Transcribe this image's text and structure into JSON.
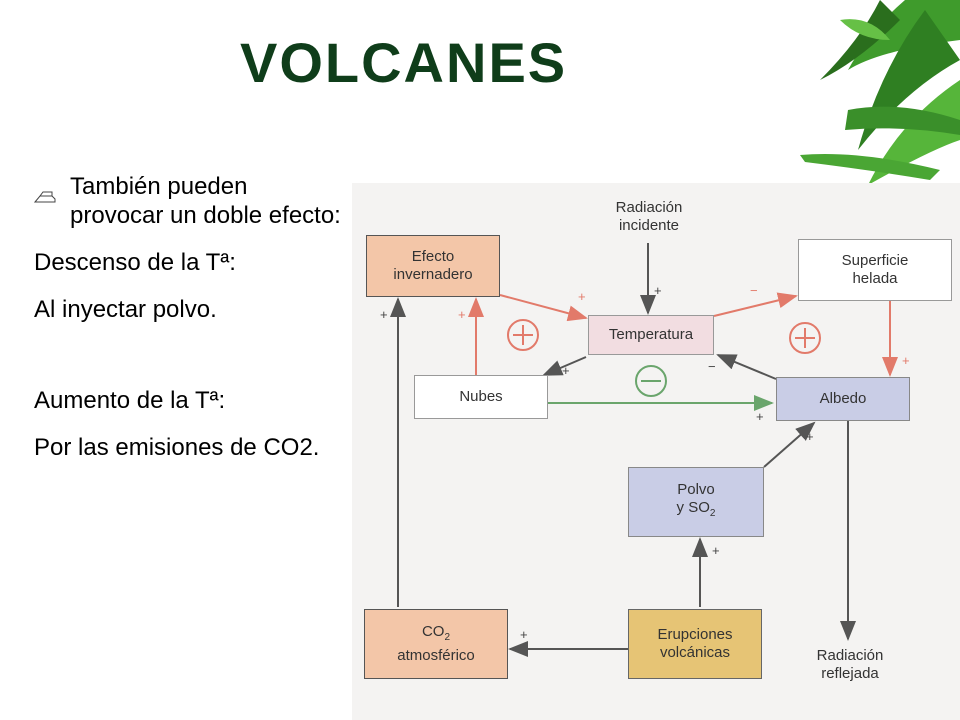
{
  "slide": {
    "title": "VOLCANES",
    "bullet": "También pueden provocar un doble efecto:",
    "lines": [
      "Descenso de la Tª:",
      "Al inyectar polvo.",
      "Aumento de la Tª:",
      "Por las emisiones de CO2."
    ]
  },
  "diagram": {
    "radiacion_incidente": "Radiación incidente",
    "efecto_invernadero": "Efecto invernadero",
    "superficie_helada": "Superficie helada",
    "temperatura": "Temperatura",
    "nubes": "Nubes",
    "albedo": "Albedo",
    "polvo_main": "Polvo",
    "polvo_line2": "y SO",
    "polvo_sub": "2",
    "co2_main": "CO",
    "co2_sub": "2",
    "co2_line2": "atmosférico",
    "erupciones": "Erupciones volcánicas",
    "radiacion_reflejada": "Radiación reflejada",
    "plus": "+",
    "minus": "−"
  },
  "colors": {
    "title": "#0f3d1a",
    "positive_arrow": "#e27a6a",
    "negative_arrow": "#6aa56c",
    "neutral_arrow": "#555555"
  }
}
